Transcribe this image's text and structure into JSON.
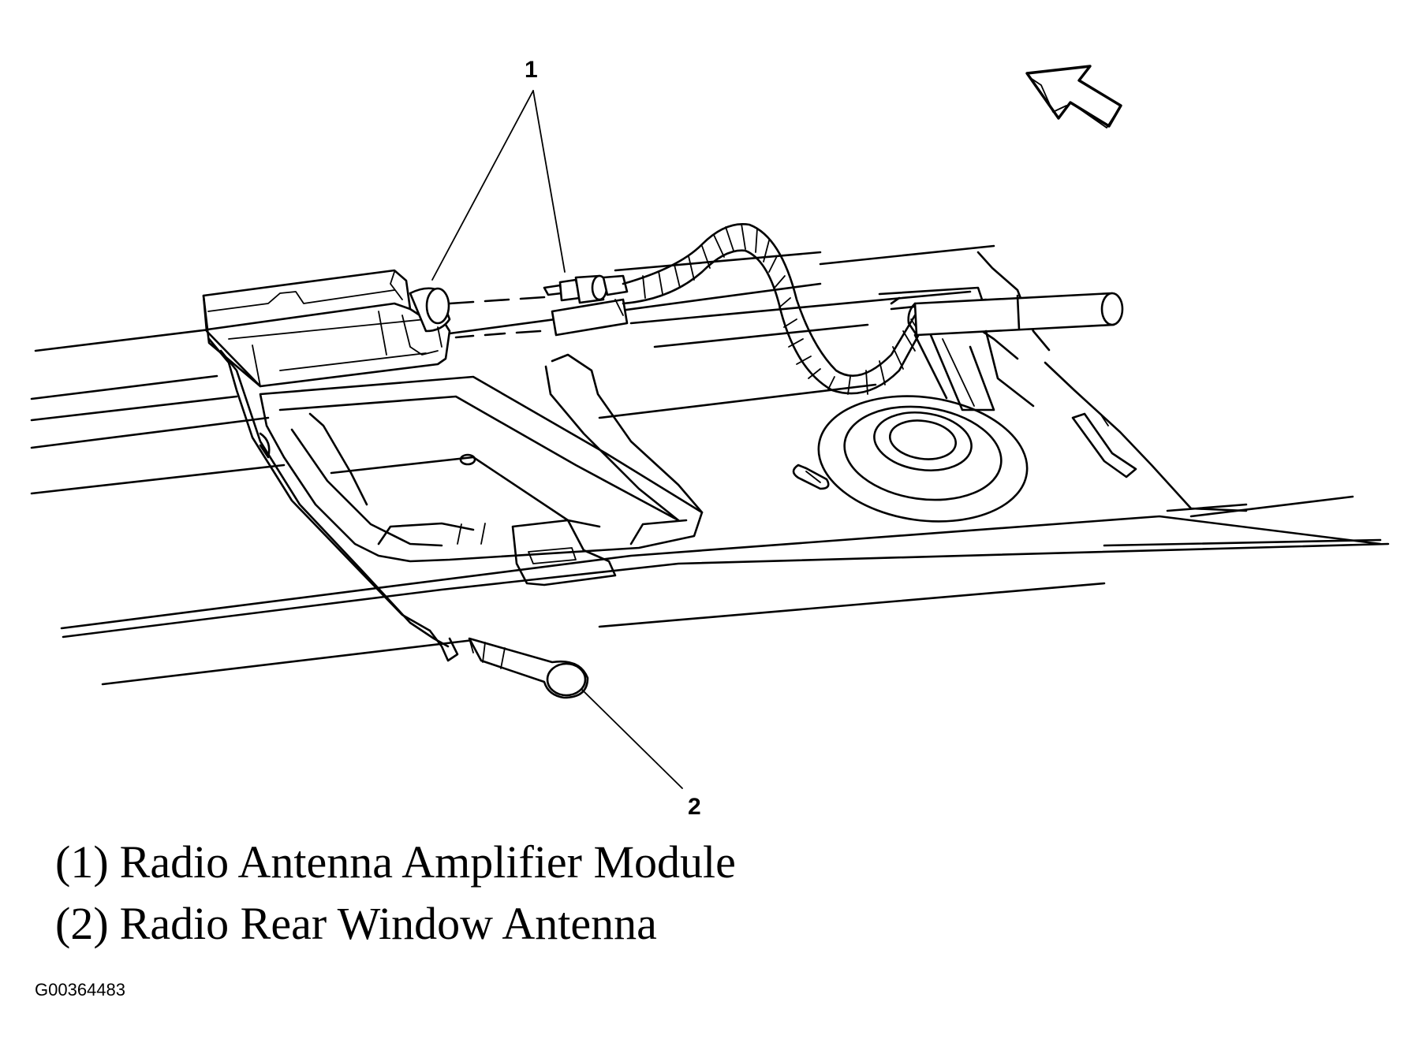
{
  "callouts": [
    {
      "number": "1",
      "label": "Radio Antenna Amplifier Module"
    },
    {
      "number": "2",
      "label": "Radio Rear Window Antenna"
    }
  ],
  "legend": [
    {
      "key": "(1)",
      "text": "Radio Antenna Amplifier Module"
    },
    {
      "key": "(2)",
      "text": "Radio Rear Window Antenna"
    }
  ],
  "figure_id": "G00364483",
  "icons": [
    "front-direction-arrow-icon"
  ],
  "colors": {
    "line": "#000000",
    "background": "#ffffff"
  }
}
